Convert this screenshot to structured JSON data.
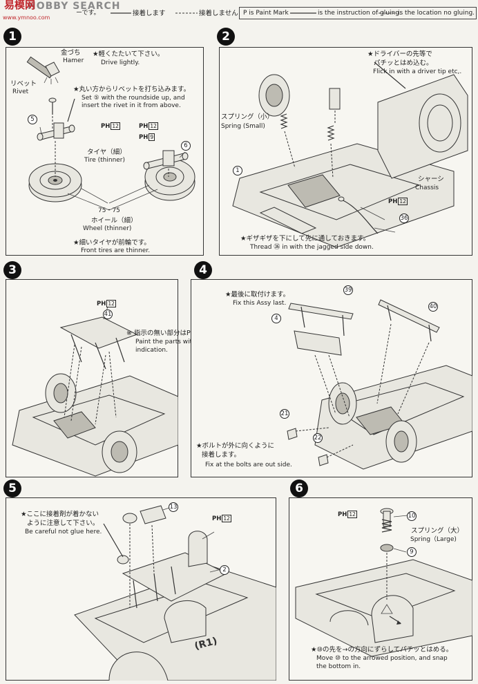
{
  "header": {
    "watermark": "HOBBY SEARCH",
    "site_logo": "易模网",
    "site_url": "www.ymnoo.com",
    "legend_left_partial": "ーです。",
    "legend_glue": "接着します",
    "legend_no_glue": "接着しません",
    "legend_paint_mark": "P is Paint Mark",
    "legend_glue_en": "is the instruction of gluing.",
    "legend_no_glue_en": "is the location no gluing."
  },
  "steps": [
    {
      "number": "1",
      "hammer_ja": "金づち",
      "hammer_en": "Hamer",
      "rivet_ja": "リベット",
      "rivet_en": "Rivet",
      "note1_ja": "★軽くたたいて下さい。",
      "note1_en": "Drive lightly.",
      "note2_ja": "★丸い方からリベットを打ち込みます。",
      "note2_en_a": "Set ⑤ with the roundside up, and",
      "note2_en_b": "insert the rivet in it from above.",
      "part5": "5",
      "part6": "6",
      "ph_a": "PH",
      "ph_a_num": "12",
      "ph_b": "PH",
      "ph_b_num": "12",
      "ph_c": "PH",
      "ph_c_num": "9",
      "tire_ja": "タイヤ（細）",
      "tire_en": "Tire (thinner)",
      "wheel_parts": "75・75",
      "wheel_ja": "ホイール（細）",
      "wheel_en": "Wheel (thinner)",
      "note3_ja": "★細いタイヤが前輪です。",
      "note3_en": "Front tires are thinner."
    },
    {
      "number": "2",
      "note1_ja_a": "★ドライバーの先等で",
      "note1_ja_b": "パチッとはめ込む。",
      "note1_en": "Flick in with a driver tip etc,.",
      "spring_ja": "スプリング（小）",
      "spring_en": "Spring (Small)",
      "part1": "1",
      "chassis_ja": "シャーシ",
      "chassis_en": "Chassis",
      "ph": "PH",
      "ph_num": "12",
      "part36": "36",
      "note2_ja": "★ギザギザを下にして先に通しておきます。",
      "note2_en": "Thread ㊱ in with the jagged side down."
    },
    {
      "number": "3",
      "ph": "PH",
      "ph_num": "12",
      "part41": "41",
      "note_ja": "※ 指示の無い部分はPH⑫で塗装します。",
      "note_en_a": "Paint the parts with PH⑫ if there is no",
      "note_en_b": "indication."
    },
    {
      "number": "4",
      "note1_ja": "★最後に取付けます。",
      "note1_en": "Fix this Assy last.",
      "part39": "39",
      "part40": "40",
      "part4": "4",
      "part21": "21",
      "part22": "22",
      "note2_ja_a": "★ボルトが外に向くように",
      "note2_ja_b": "接着します。",
      "note2_en": "Fix at the bolts are out side."
    },
    {
      "number": "5",
      "note_ja_a": "★ここに接着剤が着かない",
      "note_ja_b": "ように注意して下さい。",
      "note_en": "Be careful not glue here.",
      "part13": "13",
      "part2": "2",
      "ph": "PH",
      "ph_num": "12"
    },
    {
      "number": "6",
      "ph": "PH",
      "ph_num": "12",
      "part10": "10",
      "part9": "9",
      "spring_ja": "スプリング（大）",
      "spring_en": "Spring（Large)",
      "note_ja": "★⑩の先を→の方向にずらしてパチッとはめる。",
      "note_en_a": "Move ⑩ to the arrowed position, and snap",
      "note_en_b": "the bottom in."
    }
  ]
}
